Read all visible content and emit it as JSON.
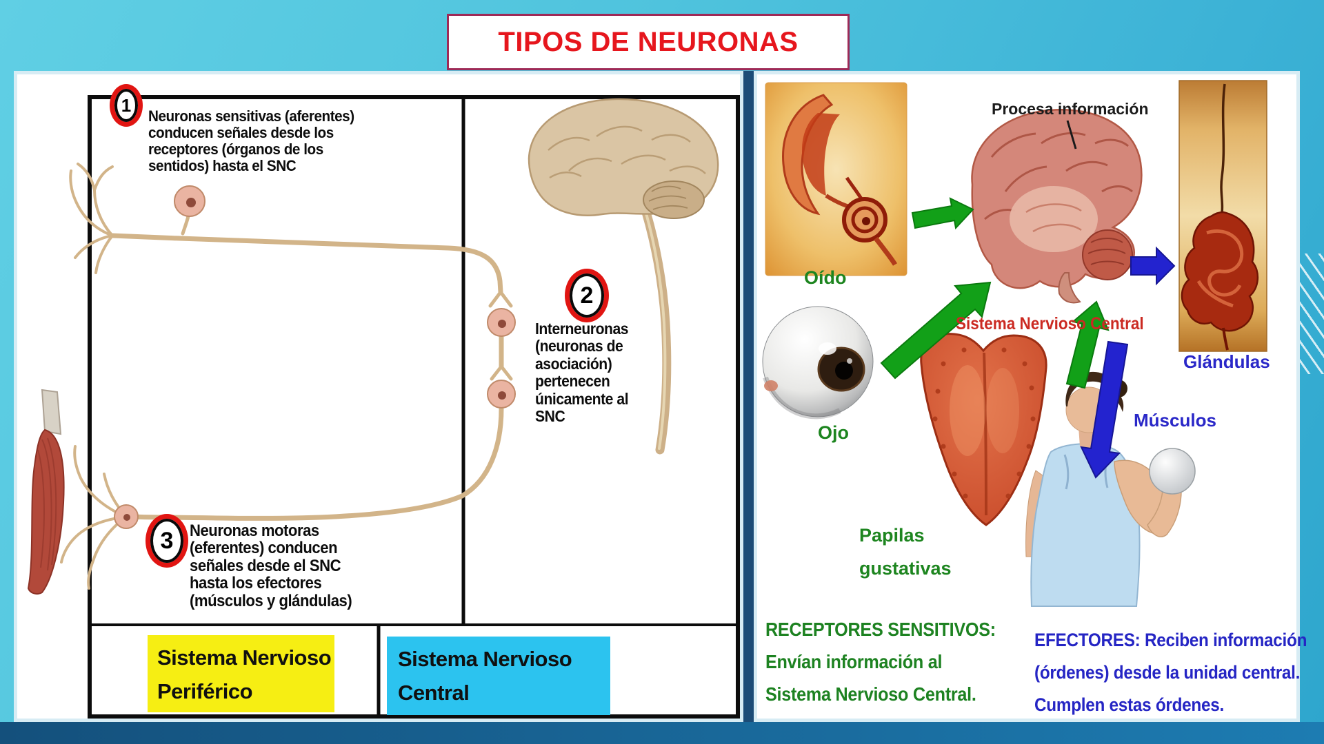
{
  "slide": {
    "title": "TIPOS DE NEURONAS"
  },
  "left_panel": {
    "note1": {
      "number": "1",
      "text": "Neuronas sensitivas (aferentes)\nconducen señales desde los\nreceptores (órganos de los\nsentidos) hasta el SNC"
    },
    "note2": {
      "number": "2",
      "text": "Interneuronas\n(neuronas de\nasociación)\npertenecen\núnicamente al\nSNC"
    },
    "note3": {
      "number": "3",
      "text": "Neuronas motoras\n(eferentes) conducen\nseñales desde el SNC\nhasta los efectores\n(músculos y glándulas)"
    },
    "label_peripheral": "Sistema Nervioso\nPeriférico",
    "label_central": "Sistema Nervioso\nCentral"
  },
  "right_panel": {
    "process_label": "Procesa información",
    "cns_label": "Sistema Nervioso Central",
    "organs": {
      "ear": "Oído",
      "eye": "Ojo",
      "tongue": "Papilas\ngustativas"
    },
    "effectors": {
      "glands": "Glándulas",
      "muscles": "Músculos"
    },
    "receptors_text": "RECEPTORES SENSITIVOS:\nEnvían información al\nSistema Nervioso Central.",
    "effectors_text": "EFECTORES: Reciben información\n(órdenes) desde la unidad central.\nCumplen estas órdenes."
  },
  "colors": {
    "slide_background": "#4fc3dd",
    "title_text": "#e6161d",
    "title_border": "#9e2a57",
    "peripheral_highlight": "#f6ee13",
    "central_highlight": "#2cc3ef",
    "receptor_green": "#1d851f",
    "effector_blue": "#2525c4",
    "cns_red": "#cb2a22",
    "arrow_green": "#12a018",
    "arrow_blue": "#2323cf",
    "badge_red": "#e11512"
  }
}
